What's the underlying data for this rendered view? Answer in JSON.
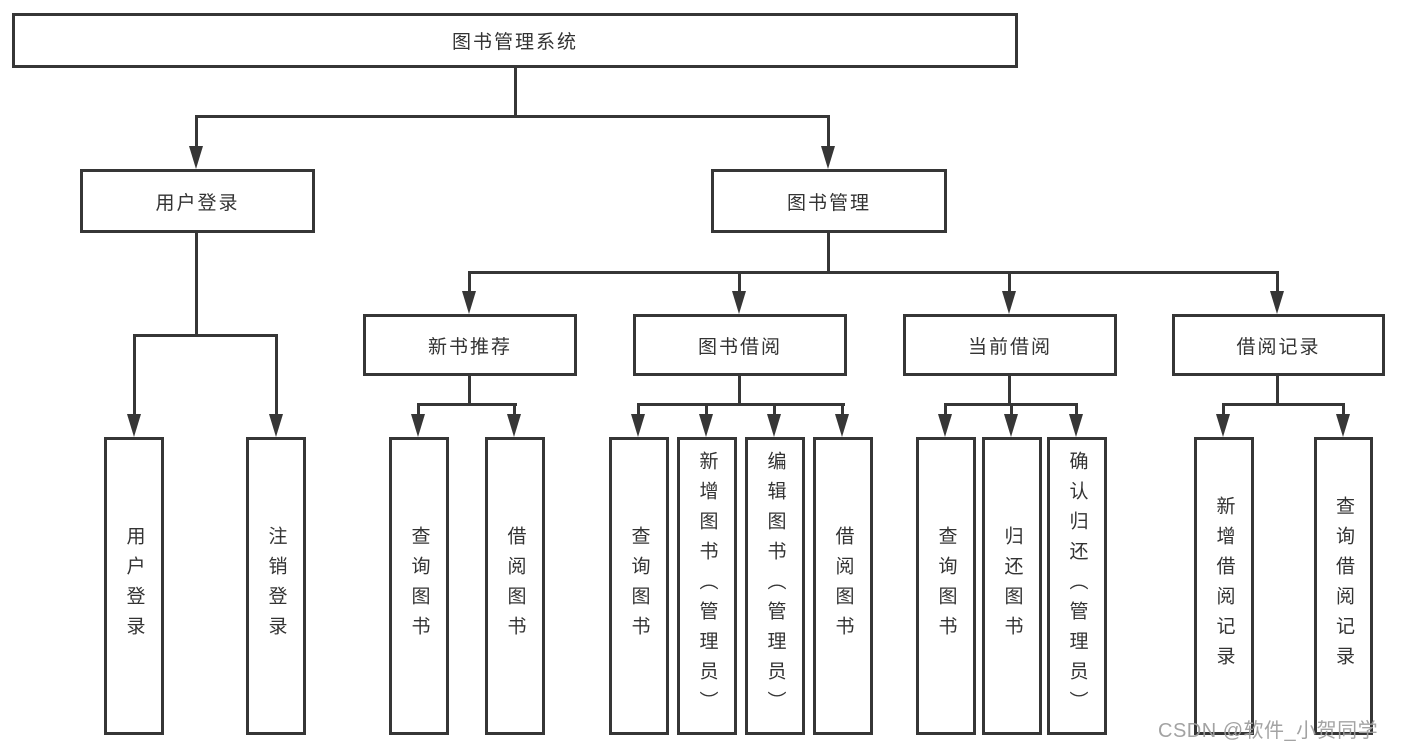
{
  "diagram": {
    "root": {
      "label": "图书管理系统"
    },
    "branches": [
      {
        "label": "用户登录",
        "children": [
          {
            "label": "用户登录"
          },
          {
            "label": "注销登录"
          }
        ]
      },
      {
        "label": "图书管理",
        "groups": [
          {
            "label": "新书推荐",
            "children": [
              {
                "label": "查询图书"
              },
              {
                "label": "借阅图书"
              }
            ]
          },
          {
            "label": "图书借阅",
            "children": [
              {
                "label": "查询图书"
              },
              {
                "label": "新增图书（管理员）"
              },
              {
                "label": "编辑图书（管理员）"
              },
              {
                "label": "借阅图书"
              }
            ]
          },
          {
            "label": "当前借阅",
            "children": [
              {
                "label": "查询图书"
              },
              {
                "label": "归还图书"
              },
              {
                "label": "确认归还（管理员）"
              }
            ]
          },
          {
            "label": "借阅记录",
            "children": [
              {
                "label": "新增借阅记录"
              },
              {
                "label": "查询借阅记录"
              }
            ]
          }
        ]
      }
    ]
  },
  "watermark": {
    "text": "CSDN @软件_小贺同学"
  },
  "colors": {
    "line": "#363636",
    "box_border": "#363636",
    "text": "#333333",
    "watermark": "#9e9e9e",
    "background": "#ffffff"
  }
}
